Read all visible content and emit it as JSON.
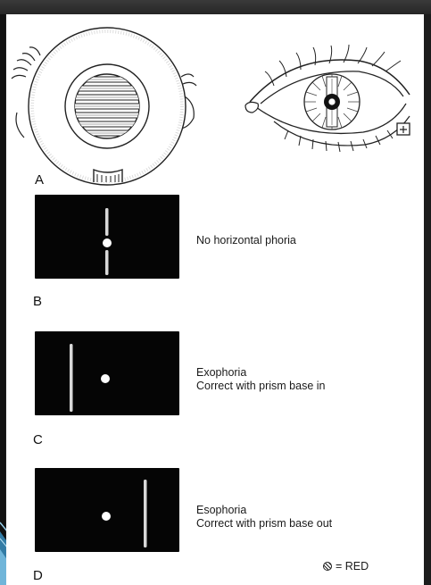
{
  "colors": {
    "background_dark": "#1c1c1c",
    "paper": "#ffffff",
    "screen": "#050505",
    "light_streak": "#d8d8d8",
    "fixation_light": "#ffffff",
    "decoration_blue": "#3a8fc0"
  },
  "figure": {
    "panel_a": {
      "letter": "A",
      "maddox_rod_icon": "maddox-rod-occluder",
      "eye_icon": "eye-with-rod-reflection"
    },
    "panels": [
      {
        "letter": "B",
        "caption_line1": "No horizontal phoria",
        "caption_line2": "",
        "streak_position": "centered"
      },
      {
        "letter": "C",
        "caption_line1": "Exophoria",
        "caption_line2": "Correct with prism base in",
        "streak_position": "left"
      },
      {
        "letter": "D",
        "caption_line1": "Esophoria",
        "caption_line2": "Correct with prism base out",
        "streak_position": "right"
      }
    ],
    "legend": {
      "text": "= RED"
    }
  }
}
